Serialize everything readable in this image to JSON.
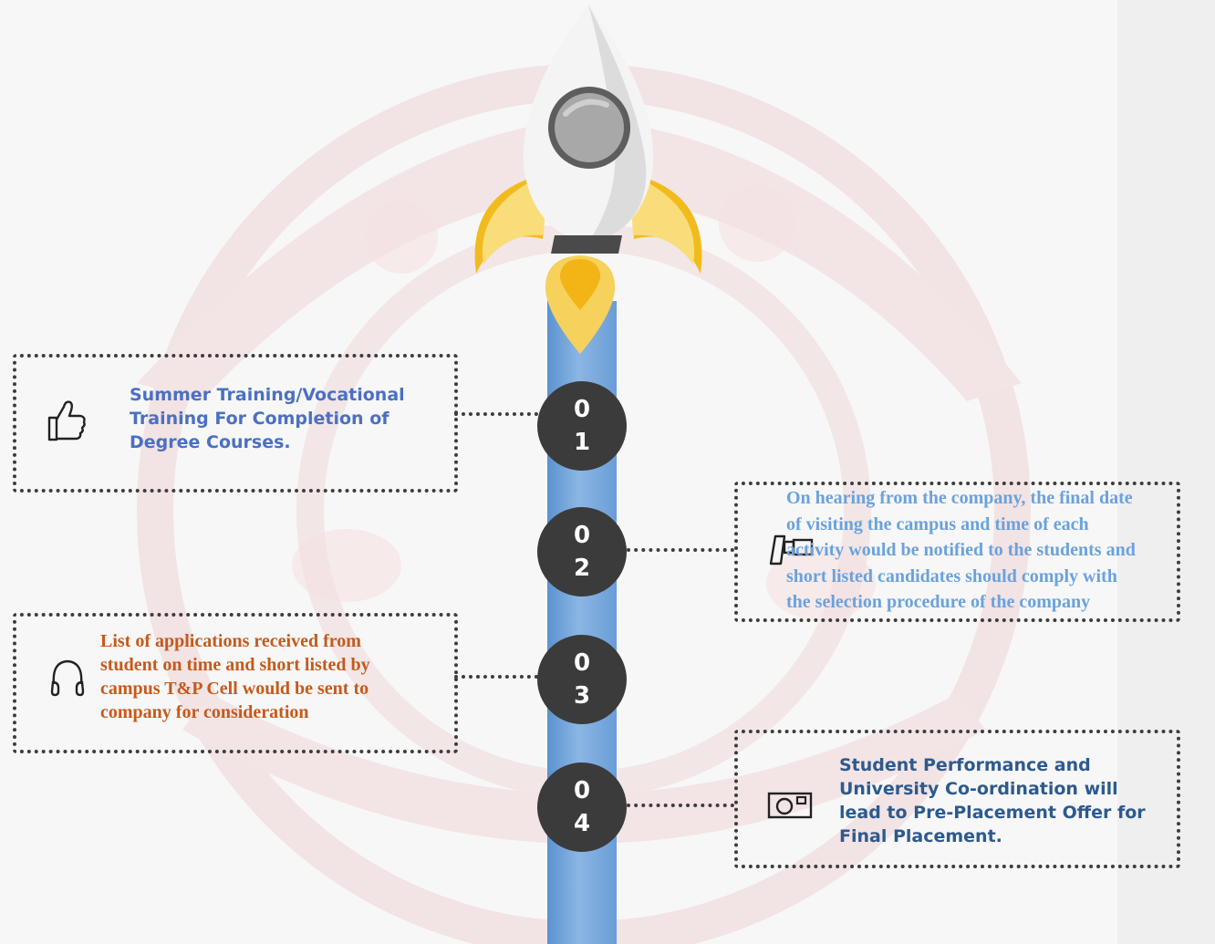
{
  "colors": {
    "background": "#f7f7f7",
    "stem_blue": "#6a9dd6",
    "circle_dark": "#3b3b3b",
    "flame_yellow": "#f2bb1d",
    "watermark_red": "#e8b3b8",
    "text_blue": "#4b70c2",
    "text_light_blue": "#6aa2dd",
    "text_orange": "#c55a1b",
    "text_navy": "#2d5a8e"
  },
  "steps": [
    {
      "number_top": "0",
      "number_bottom": "1",
      "icon": "thumbs-up-icon",
      "text_lines": [
        "Summer Training/Vocational",
        "Training For Completion of",
        "Degree Courses."
      ]
    },
    {
      "number_top": "0",
      "number_bottom": "2",
      "icon": "binoculars-icon",
      "text_lines": [
        "On hearing from the company, the final date",
        "of visiting the campus and time of each",
        "activity would be notified to the students and",
        "short listed candidates should comply with",
        "the selection procedure of the company"
      ]
    },
    {
      "number_top": "0",
      "number_bottom": "3",
      "icon": "headphones-icon",
      "text_lines": [
        "List of applications received from",
        "student on time and short listed by",
        "campus T&P Cell would be sent to",
        "company for consideration"
      ]
    },
    {
      "number_top": "0",
      "number_bottom": "4",
      "icon": "camera-icon",
      "text_lines": [
        "Student Performance and",
        "University Co-ordination will",
        "lead to Pre-Placement Offer for",
        "Final Placement."
      ]
    }
  ]
}
